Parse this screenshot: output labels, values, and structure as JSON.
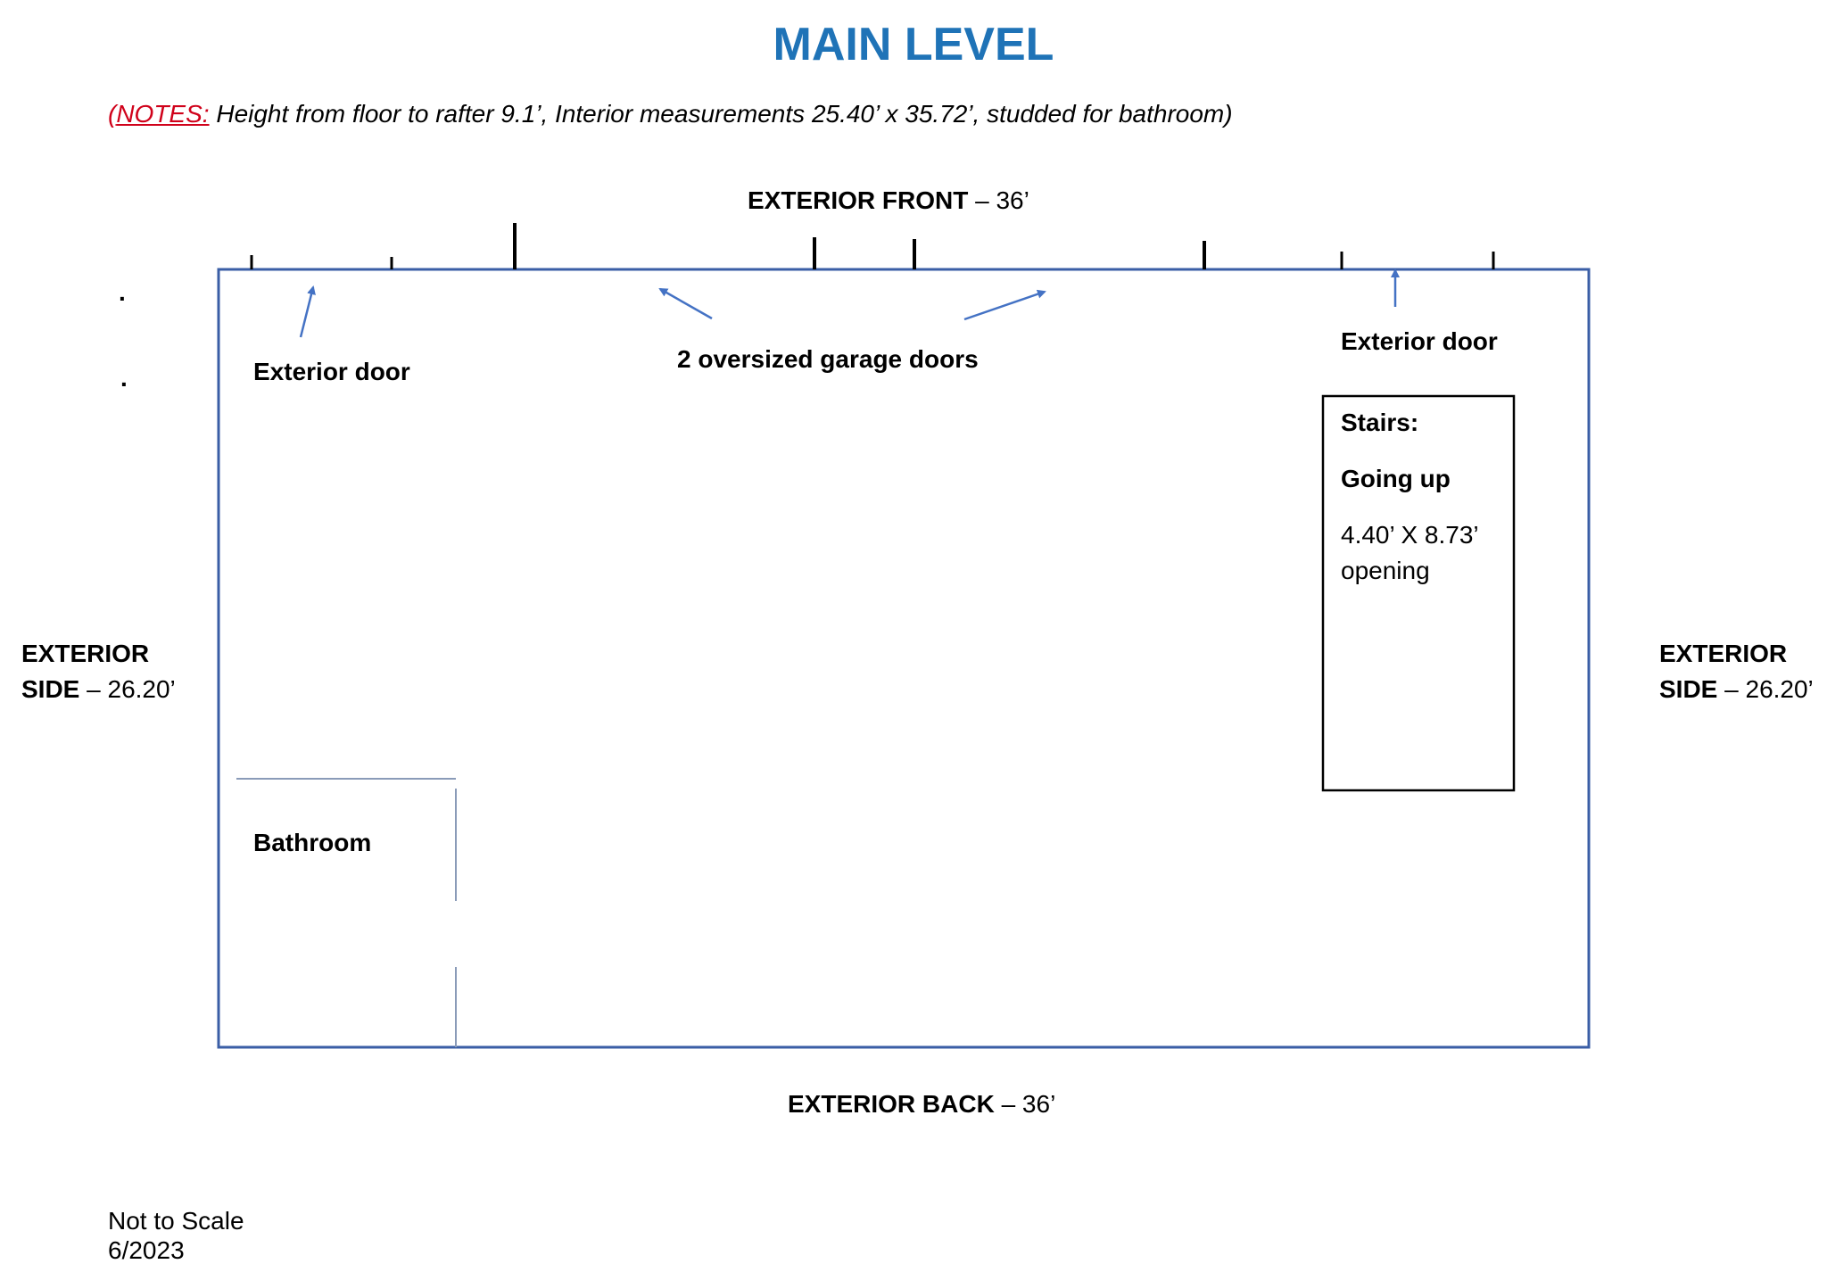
{
  "title": "MAIN LEVEL",
  "notes": {
    "open": "(",
    "label": "NOTES:",
    "text": " Height from floor to rafter 9.1’, Interior measurements 25.40’ x 35.72’, studded for bathroom)"
  },
  "front": {
    "bold": "EXTERIOR FRONT",
    "value": " – 36’"
  },
  "back": {
    "bold": "EXTERIOR BACK",
    "value": " – 36’"
  },
  "left_side": {
    "line1": "EXTERIOR",
    "line2_bold": "SIDE",
    "line2_value": " – 26.20’"
  },
  "right_side": {
    "line1": "EXTERIOR",
    "line2_bold": "SIDE",
    "line2_value": " – 26.20’"
  },
  "labels": {
    "exterior_door_left": "Exterior door",
    "garage_doors": "2 oversized garage doors",
    "exterior_door_right": "Exterior door",
    "bathroom": "Bathroom"
  },
  "stairs": {
    "heading": "Stairs:",
    "direction": "Going up",
    "size": "4.40’ X 8.73’",
    "note": "opening"
  },
  "footer": {
    "scale": "Not to Scale",
    "date": "6/2023"
  },
  "dots": {
    "one": ".",
    "two": "."
  },
  "colors": {
    "title": "#1F73B7",
    "notes_label": "#D0021B",
    "outline": "#3A5EA6",
    "arrow": "#4472C4",
    "ticks": "#000000"
  }
}
